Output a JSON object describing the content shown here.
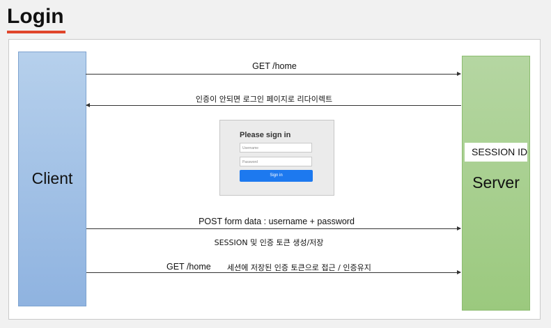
{
  "title": "Login",
  "client": {
    "label": "Client"
  },
  "server": {
    "label": "Server",
    "session_label": "SESSION ID"
  },
  "messages": {
    "m1": "GET /home",
    "m2": "인증이 안되면 로그인 페이지로 리다이렉트",
    "m3": "POST  form data : username + password",
    "m4": "SESSION 및 인증 토큰 생성/저장",
    "m5a": "GET /home",
    "m5b": "세션에 저장된 인증 토큰으로 접근 / 인증유지"
  },
  "login_form": {
    "title": "Please sign in",
    "username_placeholder": "Username",
    "password_placeholder": "Password",
    "button_label": "Sign in"
  },
  "colors": {
    "accent_underline": "#e0452b",
    "client_fill": "#a9c6e8",
    "server_fill": "#a9d08e",
    "signin_button": "#1d79ef"
  }
}
